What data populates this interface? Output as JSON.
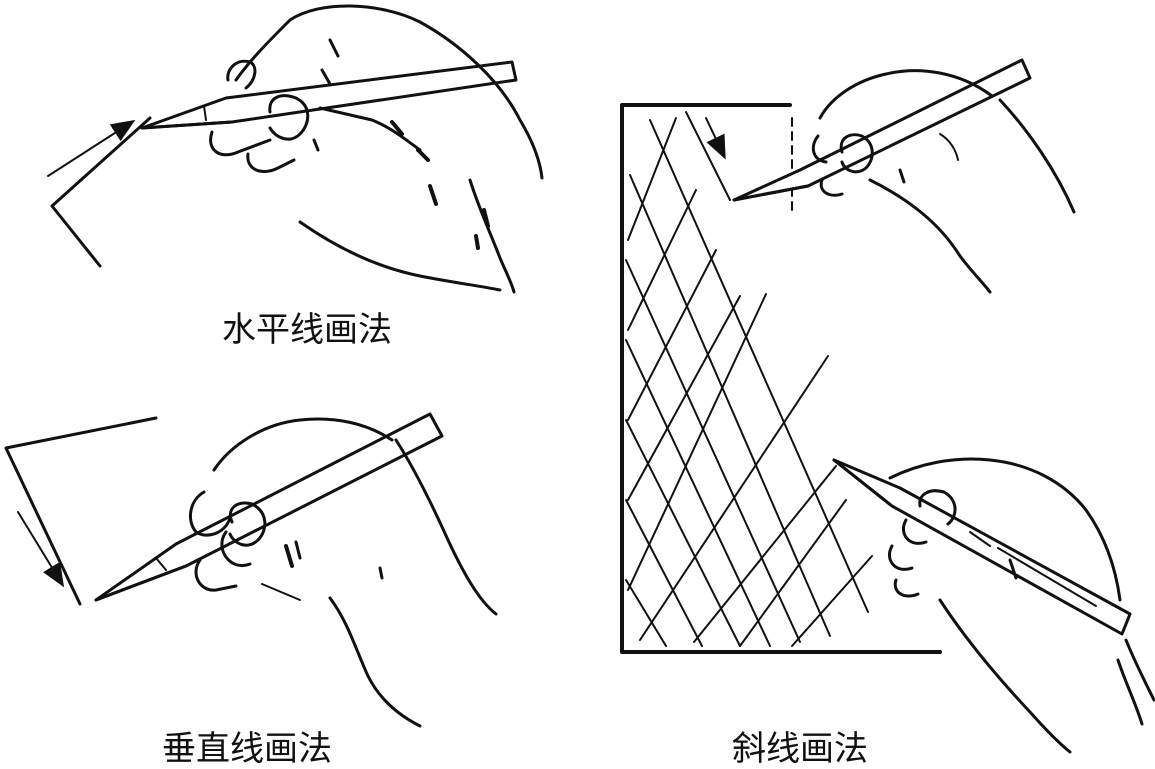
{
  "captions": {
    "horizontal": "水平线画法",
    "vertical": "垂直线画法",
    "diagonal": "斜线画法"
  },
  "colors": {
    "ink": "#111111",
    "paper": "#ffffff"
  },
  "icons": {
    "hand": "hand-holding-pencil-icon",
    "pencil": "pencil-icon",
    "arrow": "direction-arrow-icon"
  }
}
